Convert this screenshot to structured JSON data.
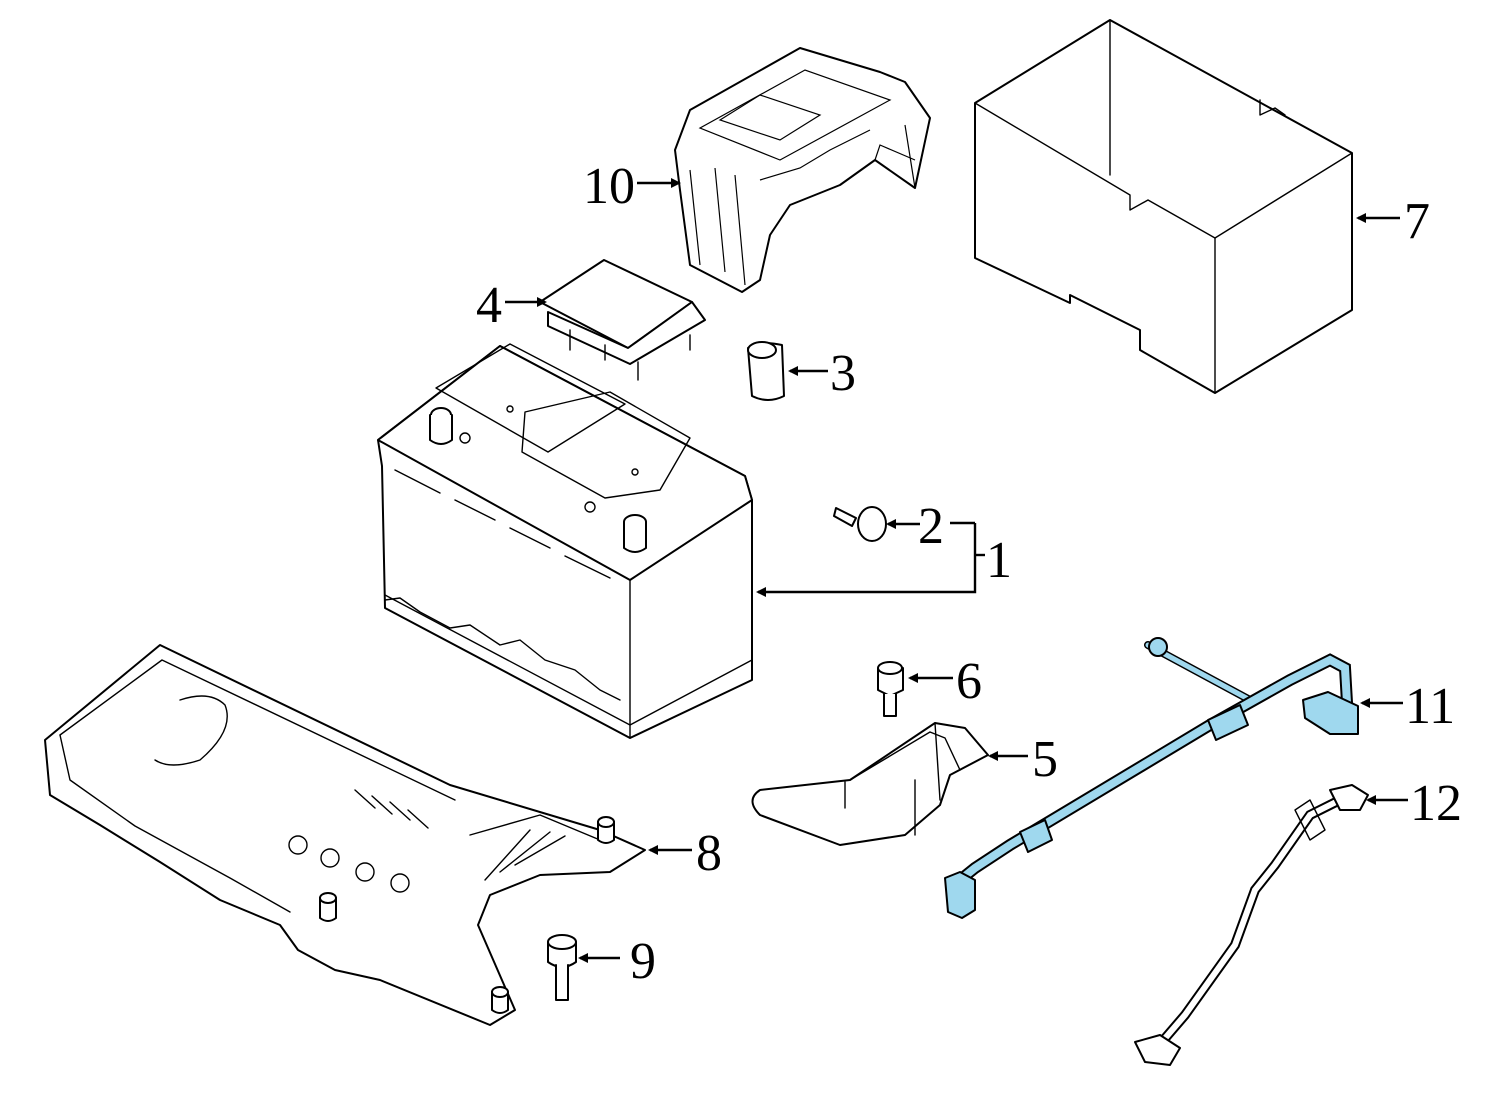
{
  "colors": {
    "outline": "#000000",
    "background": "#ffffff",
    "highlight": "#9fd8ee"
  },
  "callouts": [
    {
      "id": "c1",
      "label": "1"
    },
    {
      "id": "c2",
      "label": "2"
    },
    {
      "id": "c3",
      "label": "3"
    },
    {
      "id": "c4",
      "label": "4"
    },
    {
      "id": "c5",
      "label": "5"
    },
    {
      "id": "c6",
      "label": "6"
    },
    {
      "id": "c7",
      "label": "7"
    },
    {
      "id": "c8",
      "label": "8"
    },
    {
      "id": "c9",
      "label": "9"
    },
    {
      "id": "c10",
      "label": "10"
    },
    {
      "id": "c11",
      "label": "11"
    },
    {
      "id": "c12",
      "label": "12"
    }
  ]
}
